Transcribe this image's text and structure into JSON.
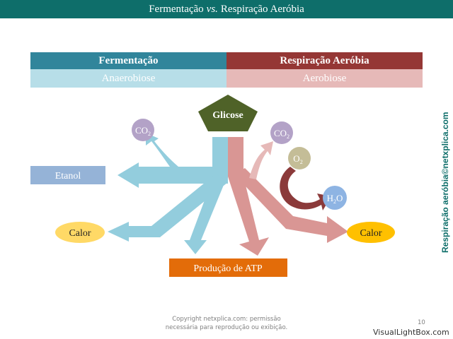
{
  "title": {
    "pre": "Fermentação",
    "vs": "vs.",
    "post": "Respiração Aeróbia"
  },
  "columns": {
    "left": {
      "header": "Fermentação",
      "sub": "Anaerobiose"
    },
    "right": {
      "header": "Respiração Aeróbia",
      "sub": "Aerobiose"
    }
  },
  "nodes": {
    "glicose": "Glicose",
    "co2_left": {
      "base": "CO",
      "sub": "2"
    },
    "co2_right": {
      "base": "CO",
      "sub": "2"
    },
    "o2": {
      "base": "O",
      "sub": "2"
    },
    "h2o": {
      "pre": "H",
      "sub": "2",
      "post": "O"
    },
    "etanol": "Etanol",
    "calor_left": "Calor",
    "calor_right": "Calor",
    "atp": "Produção de ATP"
  },
  "side_text": "Respiração aeróbia©netxplica.com",
  "copyright": {
    "line1": "Copyright netxplica.com: permissão",
    "line2": "necessária para reprodução ou exibição."
  },
  "page_number": "10",
  "watermark": "VisualLightBox.com",
  "colors": {
    "teal": "#0e6e6a",
    "fermentation": "#31859b",
    "fermentation_light": "#b7dee8",
    "respiration": "#953735",
    "respiration_light": "#e6b9b8",
    "arrow_blue": "#93cddd",
    "arrow_red": "#d99694",
    "glucose": "#4f6228",
    "atp": "#e36c09",
    "calor": "#ffd966",
    "calor_right": "#ffc000",
    "co2": "#b3a2c7",
    "o2": "#c4bd97",
    "h2o": "#8eb4e3",
    "etanol": "#95b3d7"
  }
}
